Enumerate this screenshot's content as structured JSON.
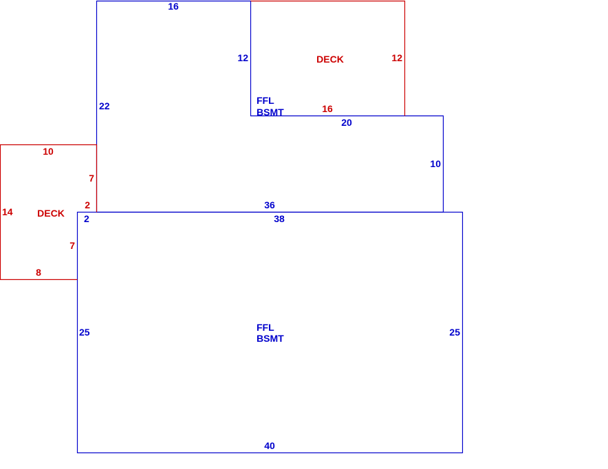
{
  "colors": {
    "living": "#0000cc",
    "deck": "#cc0000"
  },
  "areas": {
    "upper_section": {
      "label_line1": "FFL",
      "label_line2": "BSMT",
      "dims": {
        "top": "16",
        "left": "22",
        "notch_side": "12",
        "notch_bottom": "20",
        "right": "10",
        "bottom": "36"
      }
    },
    "main_section": {
      "label_line1": "FFL",
      "label_line2": "BSMT",
      "dims": {
        "top": "38",
        "left": "25",
        "right": "25",
        "bottom": "40",
        "step": "2"
      }
    },
    "upper_deck": {
      "label": "DECK",
      "dims": {
        "right": "12",
        "bottom": "16"
      }
    },
    "side_deck": {
      "label": "DECK",
      "dims": {
        "top": "10",
        "left": "14",
        "right_upper": "7",
        "step": "2",
        "right_lower": "7",
        "bottom": "8"
      }
    }
  }
}
